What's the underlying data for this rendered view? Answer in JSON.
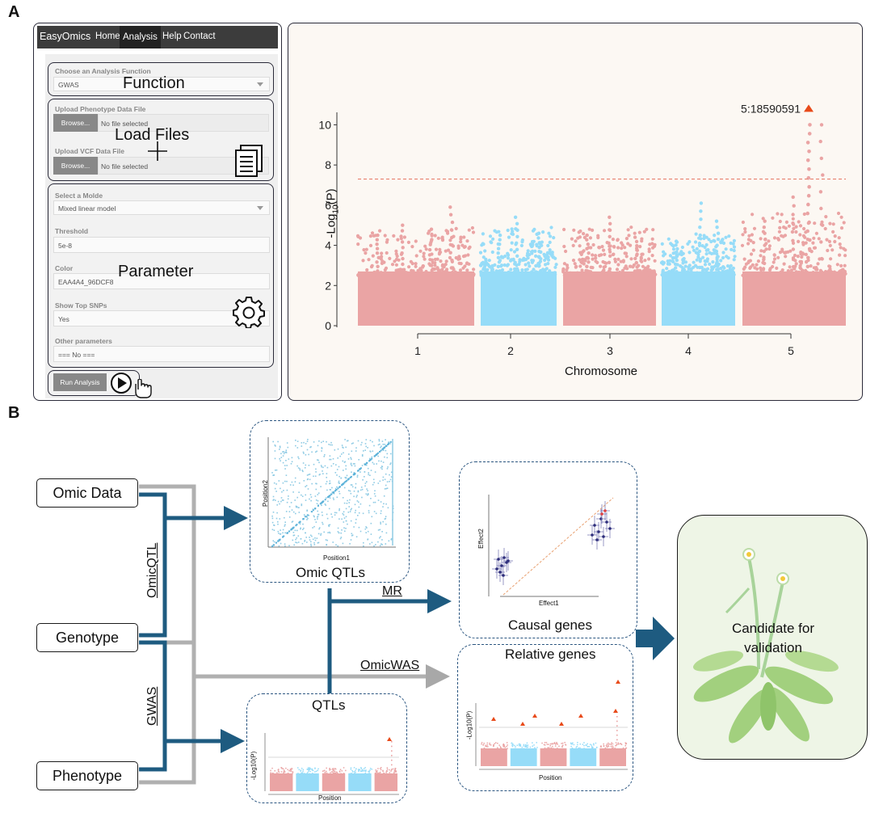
{
  "panel_letters": {
    "a": "A",
    "b": "B"
  },
  "app": {
    "nav": {
      "brand": "EasyOmics",
      "items": [
        "Home",
        "Analysis",
        "Help",
        "Contact"
      ],
      "active": "Analysis"
    },
    "function_group": {
      "label": "Choose an Analysis Function",
      "value": "GWAS",
      "overlay": "Function"
    },
    "files_group": {
      "phenotype_label": "Upload Phenotype Data File",
      "vcf_label": "Upload VCF Data File",
      "browse": "Browse...",
      "no_file": "No file selected",
      "overlay": "Load Files"
    },
    "params_group": {
      "model_label": "Select a Molde",
      "model_value": "Mixed linear model",
      "threshold_label": "Threshold",
      "threshold_value": "5e-8",
      "color_label": "Color",
      "color_value": "EAA4A4_96DCF8",
      "top_snps_label": "Show Top SNPs",
      "top_snps_value": "Yes",
      "other_label": "Other parameters",
      "other_value": "=== No ===",
      "overlay": "Parameter"
    },
    "run_button": "Run Analysis"
  },
  "chart_data": [
    {
      "type": "scatter",
      "xlabel": "Chromosome",
      "ylabel_main": "-Log",
      "ylabel_sub": "10",
      "ylabel_tail": "(P)",
      "yticks": [
        0,
        2,
        4,
        6,
        8,
        10
      ],
      "ylim": [
        0,
        10.5
      ],
      "threshold": 7.3,
      "chromosomes": [
        {
          "label": "1",
          "color": "#EAA4A4",
          "baseline": 2.5,
          "peaks": [
            4.5,
            5.0,
            4.8,
            5.9
          ]
        },
        {
          "label": "2",
          "color": "#96DCF8",
          "baseline": 2.5,
          "peaks": [
            4.5,
            5.4,
            4.6
          ]
        },
        {
          "label": "3",
          "color": "#EAA4A4",
          "baseline": 2.5,
          "peaks": [
            4.5,
            5.4,
            4.4
          ]
        },
        {
          "label": "4",
          "color": "#96DCF8",
          "baseline": 2.5,
          "peaks": [
            4.2,
            6.1,
            5.2
          ]
        },
        {
          "label": "5",
          "color": "#EAA4A4",
          "baseline": 2.5,
          "peaks": [
            5.2,
            6.4,
            10.0
          ]
        }
      ],
      "top_snp": {
        "label": "5:18590591",
        "value": 10.0,
        "chromosome": "5"
      },
      "colors": {
        "threshold": "#e8806e",
        "marker": "#e84a1a"
      }
    }
  ],
  "workflow": {
    "inputs": [
      "Omic Data",
      "Genotype",
      "Phenotype"
    ],
    "edge_labels": {
      "omicqtl": "OmicQTL",
      "gwas": "GWAS",
      "mr": "MR",
      "omicwas": "OmicWAS"
    },
    "boxes": {
      "omic_qtls": {
        "title": "Omic QTLs",
        "xlabel": "Position1",
        "ylabel": "Position2"
      },
      "causal": {
        "title": "Causal genes",
        "xlabel": "Effect1",
        "ylabel": "Effect2"
      },
      "relative": {
        "title": "Relative genes",
        "xlabel": "Position",
        "ylabel": "-Log10(P)"
      },
      "qtls": {
        "title": "QTLs",
        "xlabel": "Position",
        "ylabel": "-Log10(P)"
      }
    },
    "outcome": {
      "line1": "Candidate for",
      "line2": "validation"
    },
    "colors": {
      "dark_arrow": "#1e5b80",
      "grey_arrow": "#b0b0b0",
      "outcome_bg": "#eef5e6"
    }
  }
}
